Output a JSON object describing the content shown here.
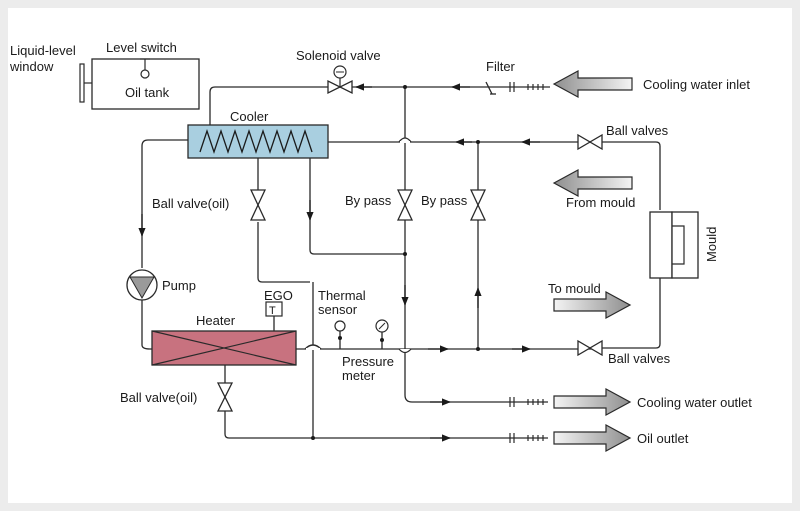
{
  "labels": {
    "liquid_level_window": [
      "Liquid-level",
      "window"
    ],
    "level_switch": "Level switch",
    "oil_tank": "Oil tank",
    "solenoid_valve": "Solenoid valve",
    "filter": "Filter",
    "cooling_water_inlet": "Cooling water inlet",
    "cooler": "Cooler",
    "ball_valves_top": "Ball valves",
    "ball_valve_oil_upper": "Ball valve(oil)",
    "by_pass_left": "By pass",
    "by_pass_right": "By pass",
    "from_mould": "From mould",
    "mould": "Mould",
    "pump": "Pump",
    "ego": "EGO",
    "ego_box": "T",
    "thermal_sensor": [
      "Thermal",
      "sensor"
    ],
    "to_mould": "To mould",
    "heater": "Heater",
    "pressure_meter": [
      "Pressure",
      "meter"
    ],
    "ball_valves_bottom": "Ball valves",
    "ball_valve_oil_lower": "Ball valve(oil)",
    "cooling_water_outlet": "Cooling water outlet",
    "oil_outlet": "Oil outlet"
  },
  "colors": {
    "cooler_fill": "#a9cfe0",
    "heater_fill": "#c8727f",
    "big_arrow_dark": "#8a8a8a",
    "big_arrow_light": "#f2f2f2"
  }
}
